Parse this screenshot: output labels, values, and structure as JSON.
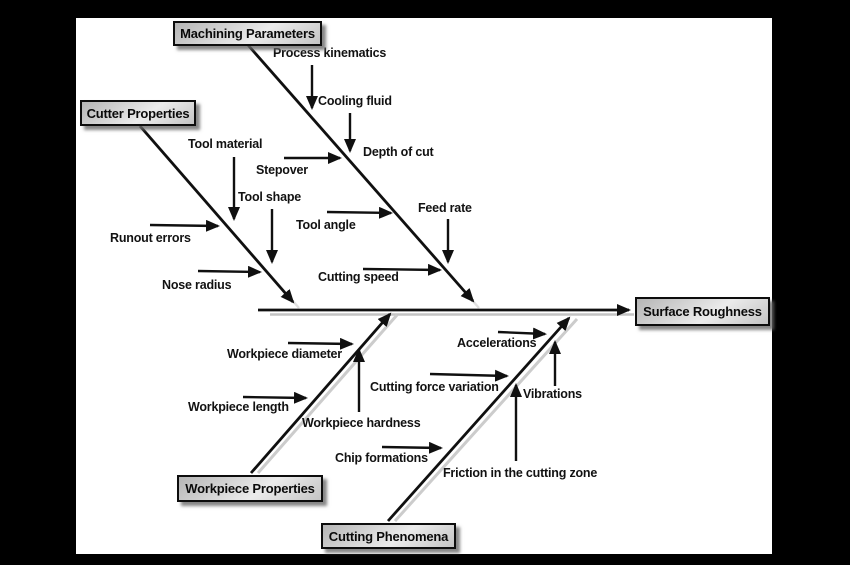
{
  "diagram": {
    "type": "fishbone",
    "effect": {
      "label": "Surface Roughness"
    },
    "categories": [
      {
        "label": "Machining Parameters",
        "side": "top",
        "causes": [
          "Process kinematics",
          "Cooling fluid",
          "Stepover",
          "Depth of cut",
          "Tool angle",
          "Feed rate",
          "Cutting speed"
        ]
      },
      {
        "label": "Cutter Properties",
        "side": "top",
        "causes": [
          "Tool material",
          "Runout errors",
          "Tool shape",
          "Nose radius"
        ]
      },
      {
        "label": "Workpiece Properties",
        "side": "bottom",
        "causes": [
          "Workpiece diameter",
          "Workpiece length",
          "Workpiece hardness"
        ]
      },
      {
        "label": "Cutting Phenomena",
        "side": "bottom",
        "causes": [
          "Accelerations",
          "Cutting force variation",
          "Vibrations",
          "Chip formations",
          "Friction in the cutting zone"
        ]
      }
    ],
    "colors": {
      "background": "#000000",
      "canvas": "#ffffff",
      "line": "#101010",
      "box_border": "#0d0d0d",
      "box_fill": "#cccccc",
      "shadow": "#c3c3c3"
    }
  }
}
